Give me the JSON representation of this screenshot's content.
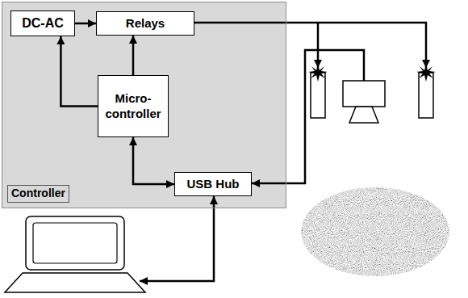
{
  "diagram": {
    "nodes": [
      {
        "text": [
          "Controller"
        ]
      },
      {
        "text": [
          "DC-AC"
        ],
        "in": 0
      },
      {
        "text": [
          "Relays"
        ],
        "in": 0
      },
      {
        "text": [
          "Micro- controller"
        ],
        "in": 0
      },
      {
        "text": [
          "USB Hub"
        ],
        "in": 0
      }
    ],
    "edges": [
      {
        "from": 1,
        "to": 2,
        "arrow": "to"
      },
      {
        "from": 3,
        "to": 1,
        "arrow": "to"
      },
      {
        "from": 3,
        "to": 2,
        "arrow": "to"
      },
      {
        "from": 3,
        "to": 4,
        "arrow": "both"
      }
    ]
  }
}
